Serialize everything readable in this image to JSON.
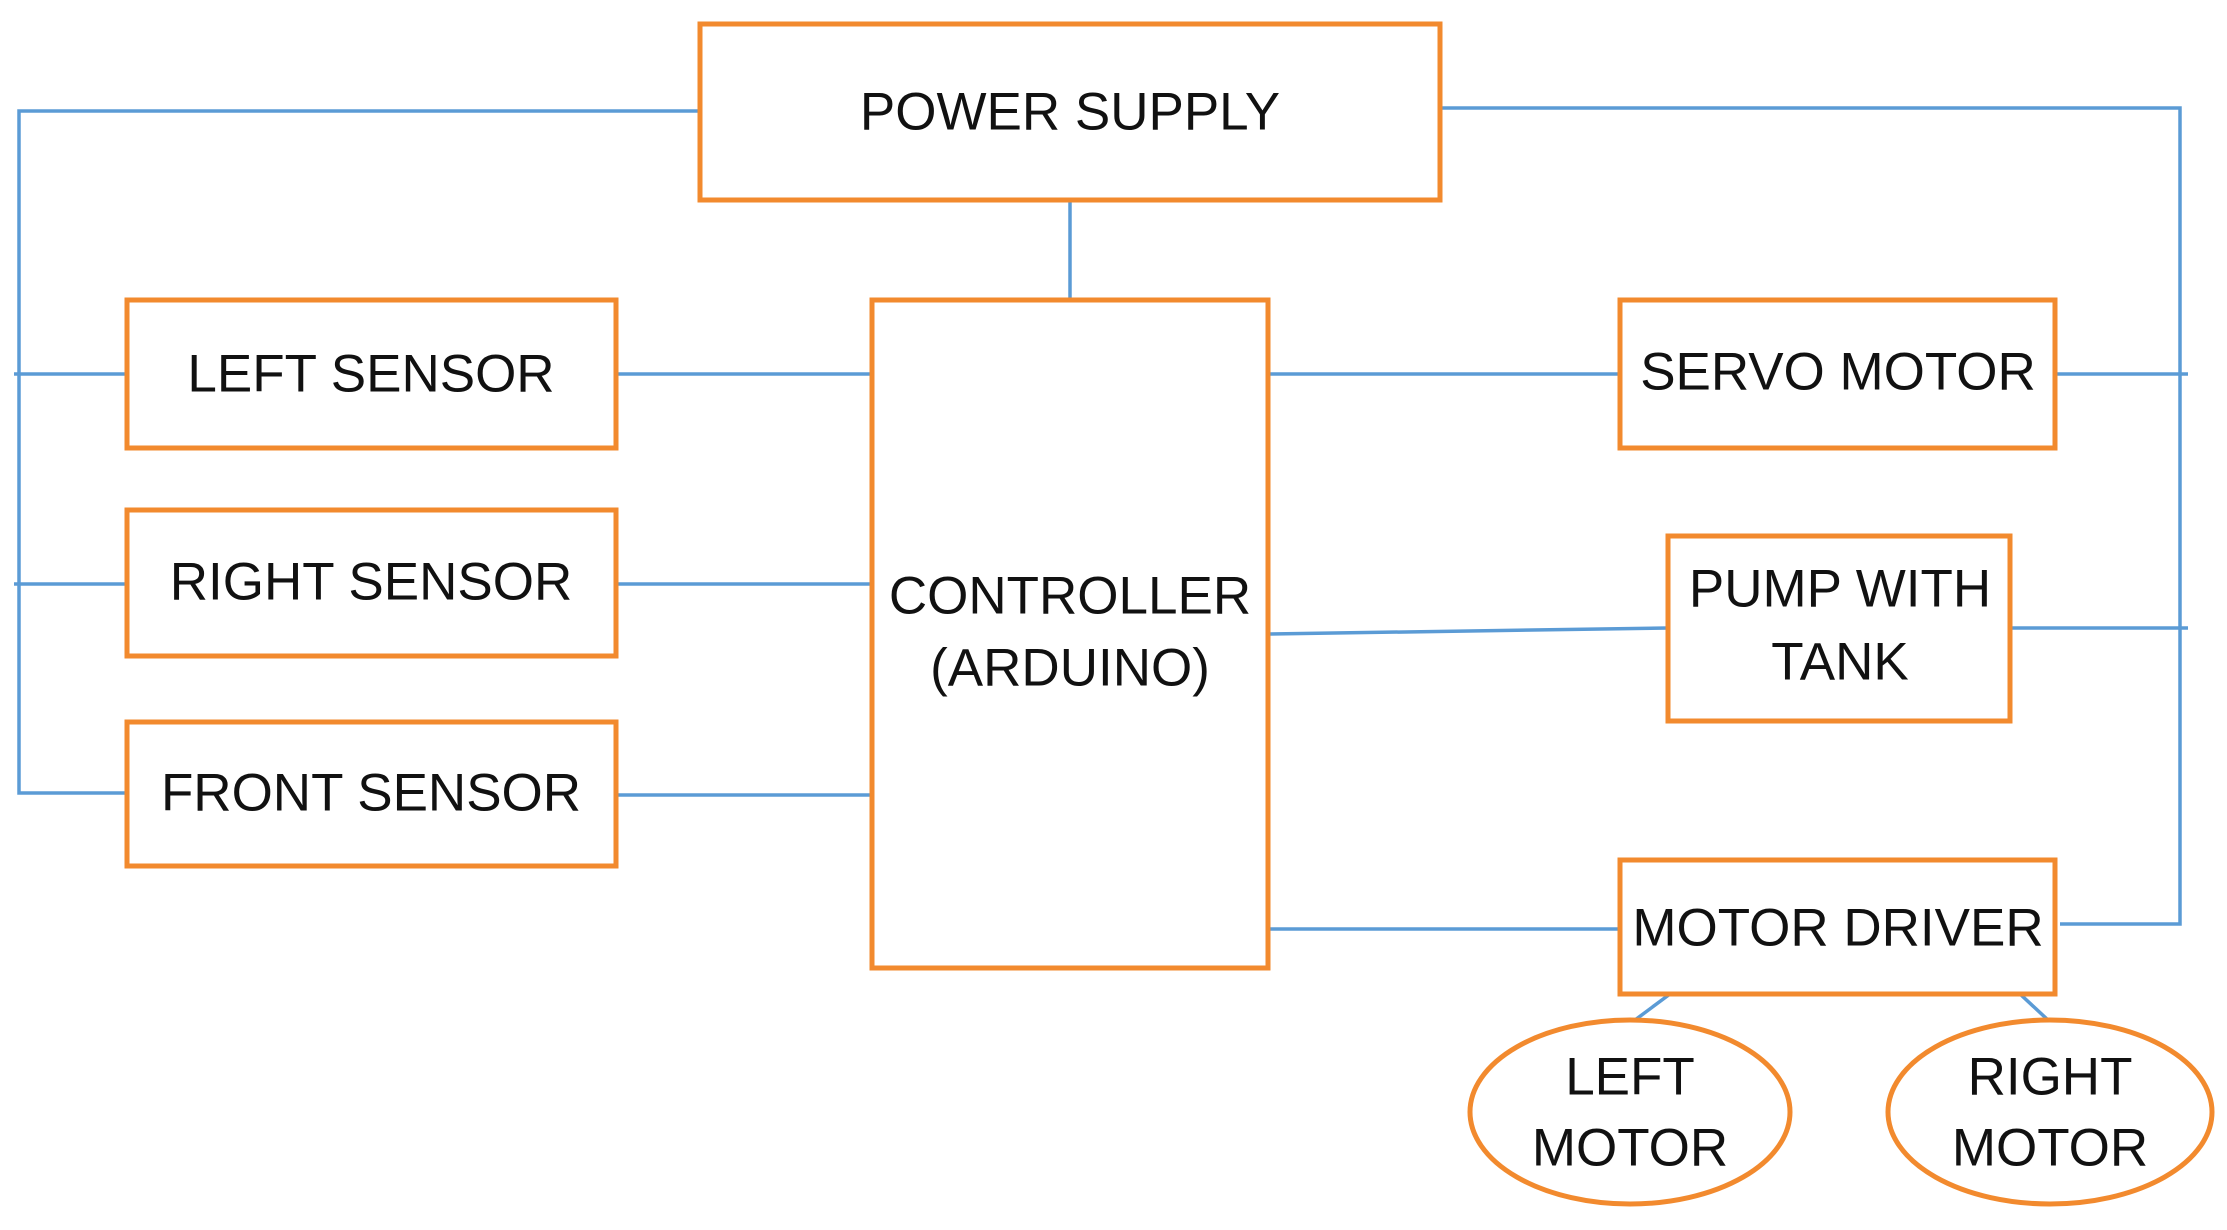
{
  "diagram": {
    "power_supply": "POWER SUPPLY",
    "controller": {
      "line1": "CONTROLLER",
      "line2": "(ARDUINO)"
    },
    "left_sensor": "LEFT SENSOR",
    "right_sensor": "RIGHT SENSOR",
    "front_sensor": "FRONT SENSOR",
    "servo_motor": "SERVO MOTOR",
    "pump_with_tank": {
      "line1": "PUMP WITH",
      "line2": "TANK"
    },
    "motor_driver": "MOTOR DRIVER",
    "left_motor": {
      "line1": "LEFT",
      "line2": "MOTOR"
    },
    "right_motor": {
      "line1": "RIGHT",
      "line2": "MOTOR"
    }
  },
  "colors": {
    "block_outline": "#F28A2E",
    "connector_line": "#5B9BD5",
    "text": "#111111",
    "background": "#ffffff"
  }
}
